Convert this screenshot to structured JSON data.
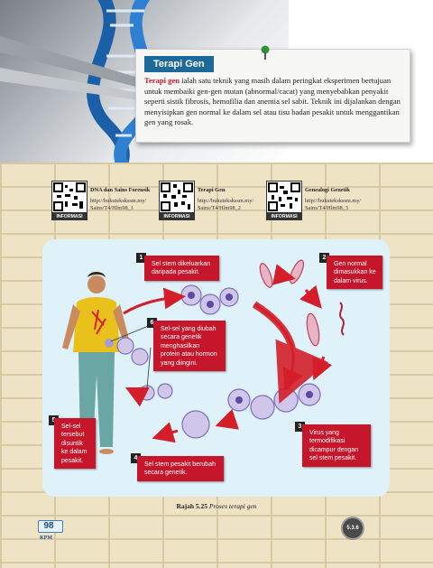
{
  "info_card": {
    "title": "Terapi Gen",
    "highlight": "Terapi gen",
    "body": " ialah satu teknik yang masih dalam peringkat eksperimen bertujuan untuk membaiki gen-gen mutan (abnormal/cacat) yang menyebabkan penyakit seperti sistik fibrosis, hemofilia dan anemia sel sabit. Teknik ini dijalankan dengan menyisipkan gen normal ke dalam sel atau tisu badan pesakit untuk menggantikan gen yang rosak."
  },
  "qr_links": [
    {
      "label": "INFORMASI",
      "title": "DNA dan Sains Forensik",
      "url": "http://bukutekskssm.my/ Sains/T4/Hlm98_1"
    },
    {
      "label": "INFORMASI",
      "title": "Terapi Gen",
      "url": "http://bukutekskssm.my/ Sains/T4/Hlm98_2"
    },
    {
      "label": "INFORMASI",
      "title": "Genealogi Genetik",
      "url": "http://bukutekskssm.my/ Sains/T4/Hlm98_3"
    }
  ],
  "steps": [
    {
      "num": "1",
      "text": "Sel stem dikeluarkan daripada pesakit."
    },
    {
      "num": "2",
      "text": "Gen normal dimasukkan ke dalam virus."
    },
    {
      "num": "3",
      "text": "Virus yang termodifikasi dicampur dengan sel stem pesakit."
    },
    {
      "num": "4",
      "text": "Sel stem pesakit berubah secara genetik."
    },
    {
      "num": "5",
      "text": "Sel-sel tersebut disuntik ke dalam pesakit."
    },
    {
      "num": "6",
      "text": "Sel-sel yang diubah secara genetik menghasilkan protein atau hormon yang diingini."
    }
  ],
  "caption": {
    "label": "Rajah 5.25",
    "text": "Proses terapi gen"
  },
  "footer": {
    "page": "98",
    "publisher": "KPM",
    "section": "5.3.6"
  },
  "colors": {
    "step_red": "#c5162b",
    "tab_blue": "#1d6a9a",
    "panel_bg": "#dff2f9"
  }
}
